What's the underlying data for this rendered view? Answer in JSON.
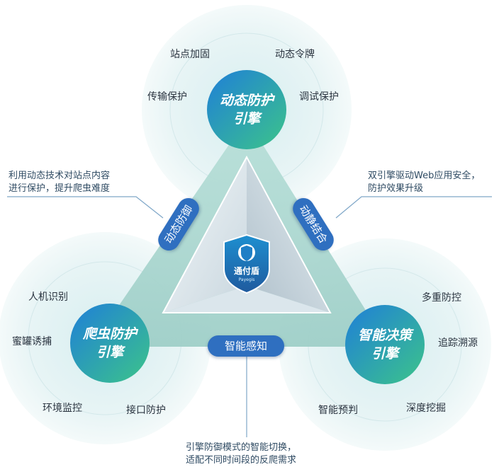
{
  "engines": {
    "top": {
      "line1": "动态防护",
      "line2": "引擎",
      "features": [
        "站点加固",
        "动态令牌",
        "传输保护",
        "调试保护"
      ]
    },
    "left": {
      "line1": "爬虫防护",
      "line2": "引擎",
      "features": [
        "人机识别",
        "蜜罐诱捕",
        "环境监控",
        "接口防护"
      ]
    },
    "right": {
      "line1": "智能决策",
      "line2": "引擎",
      "features": [
        "多重防控",
        "追踪溯源",
        "深度挖掘",
        "智能预判"
      ]
    }
  },
  "edges": {
    "left": "动态防御",
    "right": "动静结合",
    "bottom": "智能感知"
  },
  "notes": {
    "left": [
      "利用动态技术对站点内容",
      "进行保护，提升爬虫难度"
    ],
    "right": [
      "双引擎驱动Web应用安全，",
      "防护效果升级"
    ],
    "bottom": [
      "引擎防御模式的智能切换，",
      "适配不同时间段的反爬需求"
    ]
  },
  "logo": {
    "name": "通付盾",
    "sub": "Payegis"
  },
  "colors": {
    "engine_from": "#1f7fd8",
    "engine_to": "#3cc48a",
    "pill": "#2f6fc0",
    "triangle": "#a9d6cf"
  }
}
